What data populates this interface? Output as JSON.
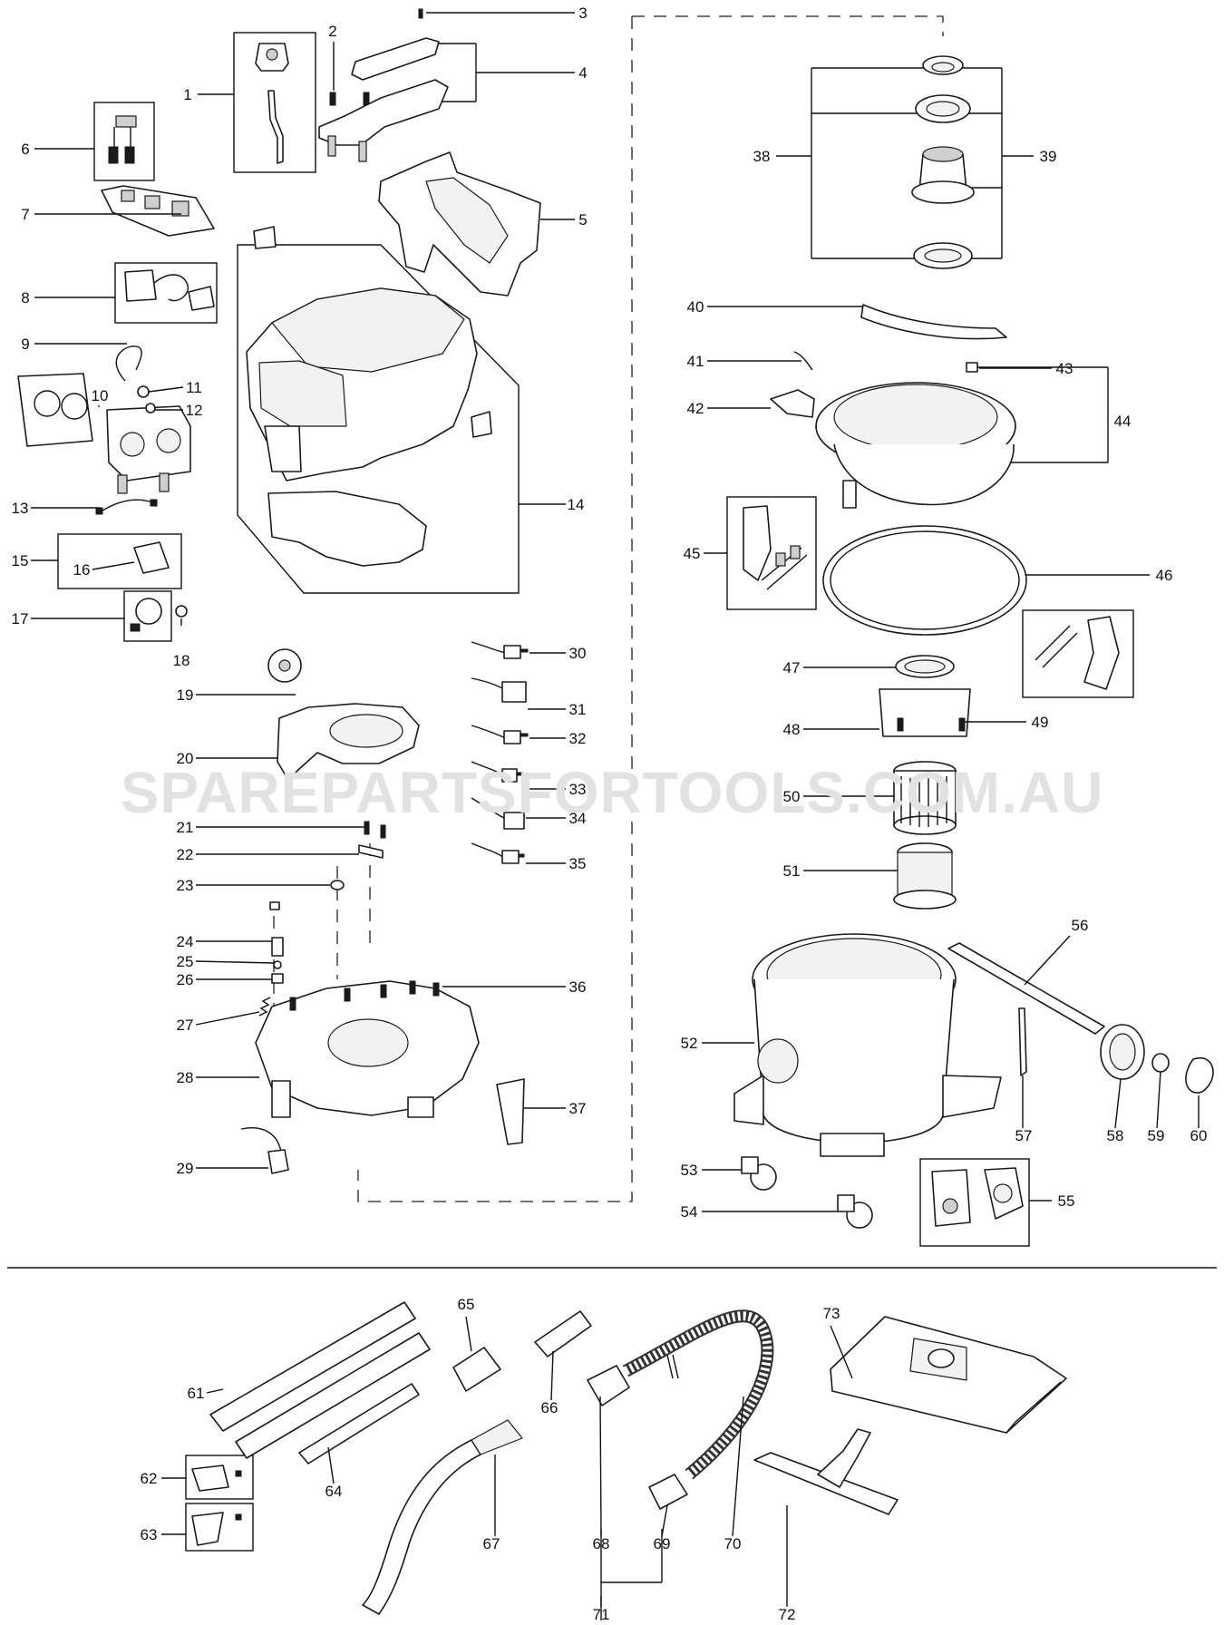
{
  "watermark": "SPAREPARTSFORTOOLS.COM.AU",
  "callouts": [
    "1",
    "2",
    "3",
    "4",
    "5",
    "6",
    "7",
    "8",
    "9",
    "10",
    "11",
    "12",
    "13",
    "14",
    "15",
    "16",
    "17",
    "18",
    "19",
    "20",
    "21",
    "22",
    "23",
    "24",
    "25",
    "26",
    "27",
    "28",
    "29",
    "30",
    "31",
    "32",
    "33",
    "34",
    "35",
    "36",
    "37",
    "38",
    "39",
    "40",
    "41",
    "42",
    "43",
    "44",
    "45",
    "46",
    "47",
    "48",
    "49",
    "50",
    "51",
    "52",
    "53",
    "54",
    "55",
    "56",
    "57",
    "58",
    "59",
    "60",
    "61",
    "62",
    "63",
    "64",
    "65",
    "66",
    "67",
    "68",
    "69",
    "70",
    "71",
    "72",
    "73"
  ]
}
